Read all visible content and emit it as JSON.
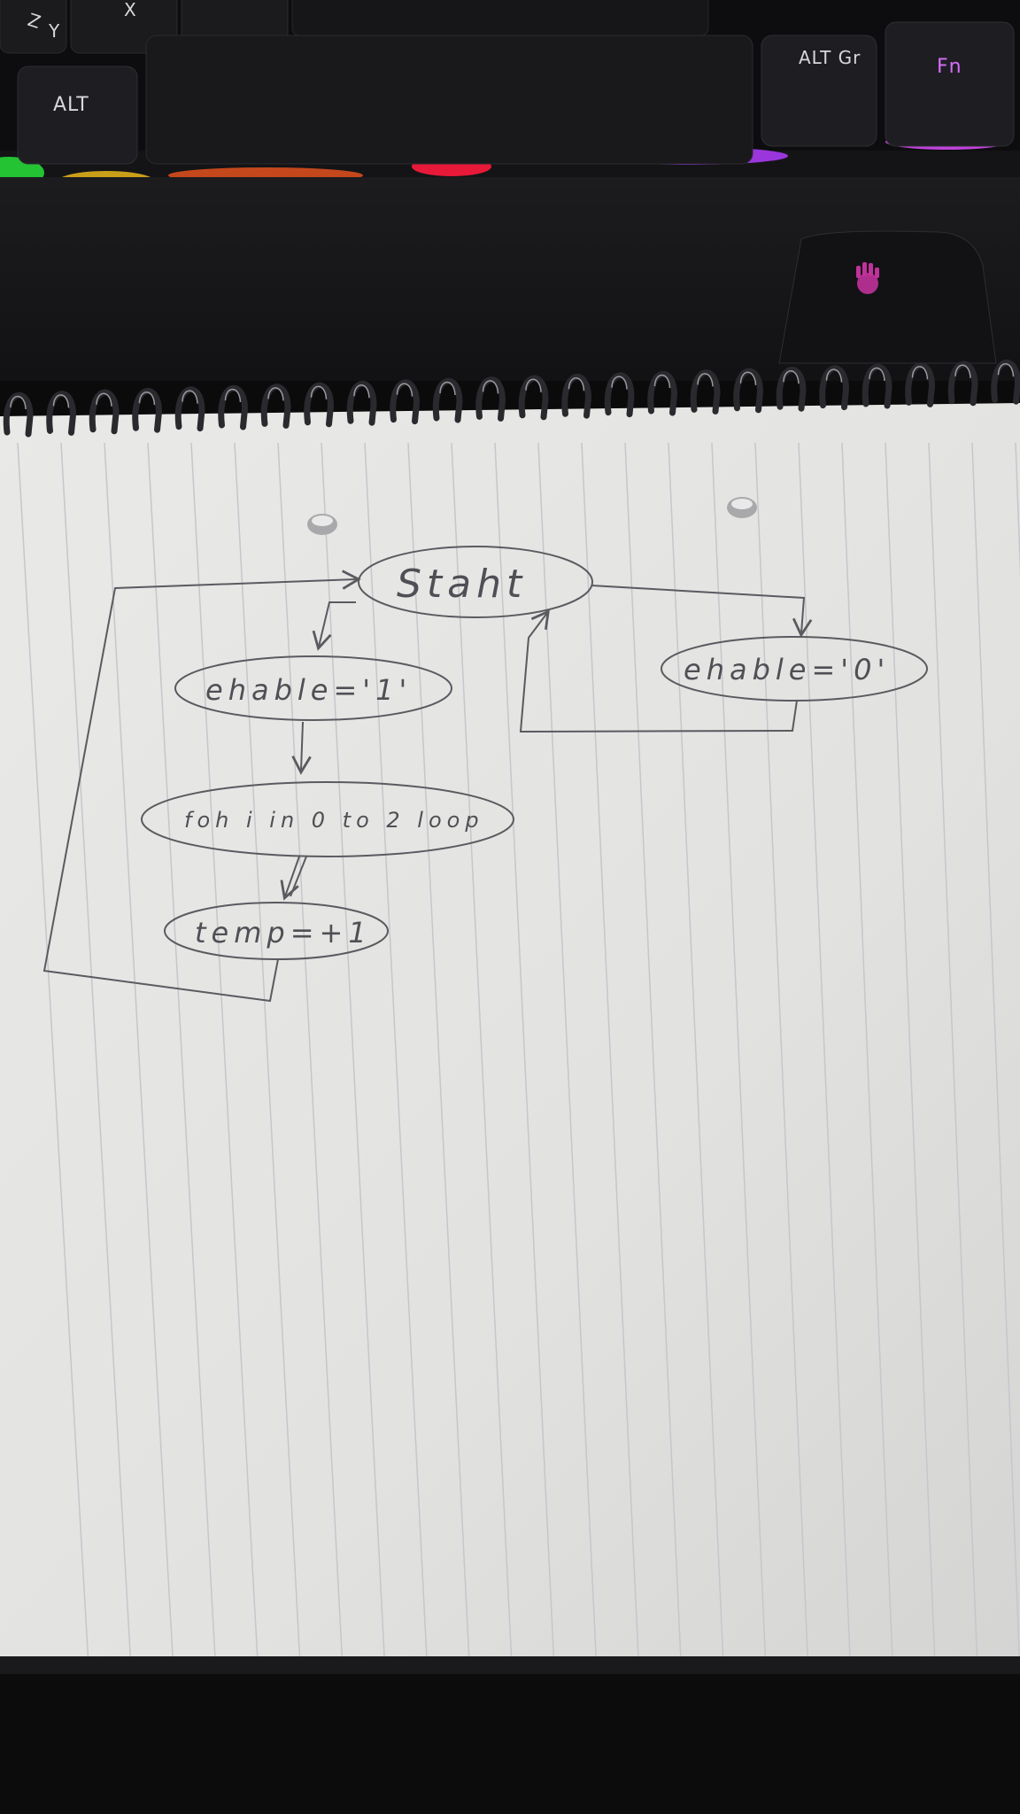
{
  "keyboard": {
    "keys": [
      {
        "id": "z",
        "label": "Z"
      },
      {
        "id": "y",
        "label": "Y"
      },
      {
        "id": "x",
        "label": "X"
      },
      {
        "id": "alt",
        "label": "ALT"
      },
      {
        "id": "altgr",
        "label": "ALT Gr"
      },
      {
        "id": "fn",
        "label": "Fn"
      }
    ],
    "backlight_colors": [
      "#26e23a",
      "#f6c21c",
      "#ff3b1f",
      "#ff1a3c",
      "#b23cff",
      "#e04dff"
    ],
    "mouse_logo_icon": "hand-print-icon"
  },
  "diagram": {
    "nodes": [
      {
        "id": "start",
        "label": "Staht"
      },
      {
        "id": "enable1",
        "label": "ehable='1'"
      },
      {
        "id": "for_loop",
        "label": "foh i in 0 to 2 loop"
      },
      {
        "id": "temp",
        "label": "temp=+1"
      },
      {
        "id": "enable0",
        "label": "ehable='0'"
      }
    ],
    "edges": [
      {
        "from": "start",
        "to": "enable1"
      },
      {
        "from": "enable1",
        "to": "for_loop"
      },
      {
        "from": "for_loop",
        "to": "temp"
      },
      {
        "from": "temp",
        "to": "start"
      },
      {
        "from": "start",
        "to": "enable0"
      },
      {
        "from": "enable0",
        "to": "start"
      }
    ]
  },
  "colors": {
    "paper": "#e6e6e4",
    "ink": "#55555a",
    "rule_lines": "#c4c7cc"
  }
}
